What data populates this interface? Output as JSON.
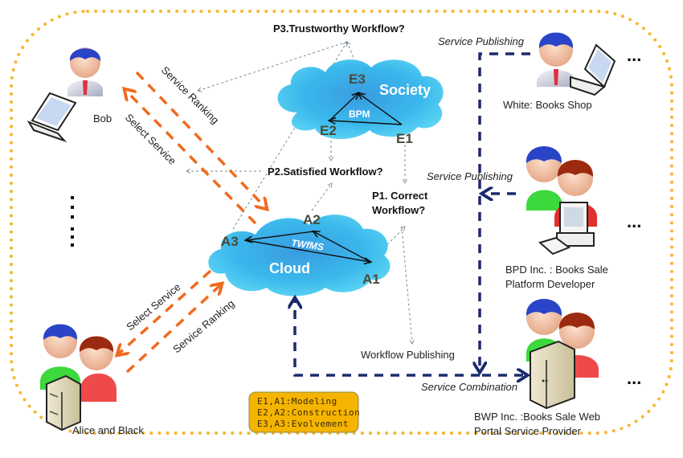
{
  "questions": {
    "p3": "P3.Trustworthy Workflow?",
    "p2": "P2.Satisfied Workflow?",
    "p1_line1": "P1. Correct",
    "p1_line2": "Workflow?"
  },
  "clouds": {
    "society": {
      "name": "Society",
      "center_label": "BPM",
      "nodes": [
        "E1",
        "E2",
        "E3"
      ]
    },
    "cloud": {
      "name": "Cloud",
      "center_label": "TWfMS",
      "nodes": [
        "A1",
        "A2",
        "A3"
      ]
    }
  },
  "actors": {
    "bob": "Bob",
    "alice_black": "Alice and Black",
    "white": "White: Books Shop",
    "bpd_line1": "BPD Inc. : Books Sale",
    "bpd_line2": "Platform Developer",
    "bwp_line1": "BWP Inc. :Books Sale Web",
    "bwp_line2": "Portal Service Provider"
  },
  "flows": {
    "service_ranking": "Service Ranking",
    "select_service": "Select Service",
    "service_publishing": "Service Publishing",
    "workflow_publishing": "Workflow Publishing",
    "service_combination": "Service Combination"
  },
  "legend": [
    "E1,A1:Modeling",
    "E2,A2:Construction",
    "E3,A3:Evolvement"
  ],
  "ellipsis": "...",
  "colors": {
    "border_dots": "#f7b733",
    "orange_arrows": "#f06a1f",
    "navy_arrows": "#1a2a6c",
    "thin_arrows": "#7a8a9a",
    "cloud_fill": "#3cc0ec",
    "legend_fill": "#f5b400"
  }
}
